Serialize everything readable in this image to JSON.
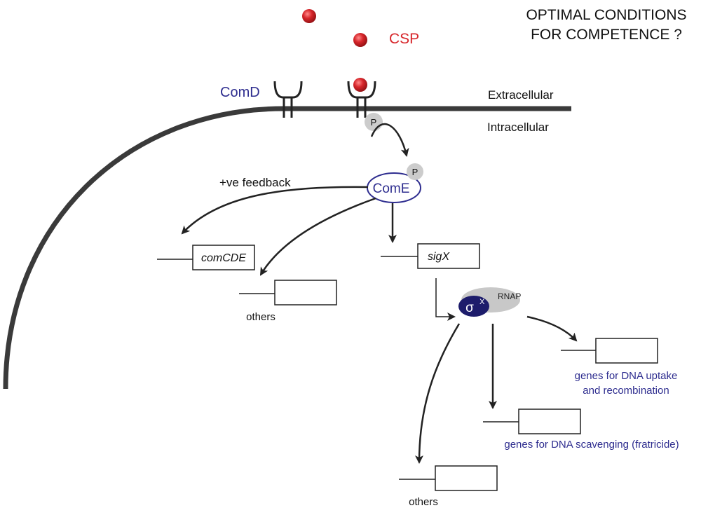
{
  "title": {
    "line1": "OPTIMAL CONDITIONS",
    "line2": "FOR COMPETENCE ?"
  },
  "labels": {
    "csp": "CSP",
    "comd": "ComD",
    "extracellular": "Extracellular",
    "intracellular": "Intracellular",
    "phospho_1": "P",
    "phospho_2": "P",
    "come": "ComE",
    "feedback": "+ve feedback",
    "rnap": "RNAP",
    "sigma_symbol": "σ",
    "sigma_sub": "X"
  },
  "genes": {
    "comcde": "comCDE",
    "sigx": "sigX",
    "others_left": "others",
    "uptake_line1": "genes for DNA uptake",
    "uptake_line2": "and recombination",
    "scavenging": "genes for DNA scavenging (fratricide)",
    "others_bottom": "others"
  },
  "colors": {
    "membrane": "#3a3a3a",
    "csp": "#c41a1f",
    "protein_blue": "#2e2d8f",
    "gene_text_blue": "#2e2d8f",
    "phospho_gray": "#cccccc",
    "rnap_gray": "#c8c8c8",
    "sigma_dark": "#1d1c6b",
    "arrow": "#222222"
  }
}
